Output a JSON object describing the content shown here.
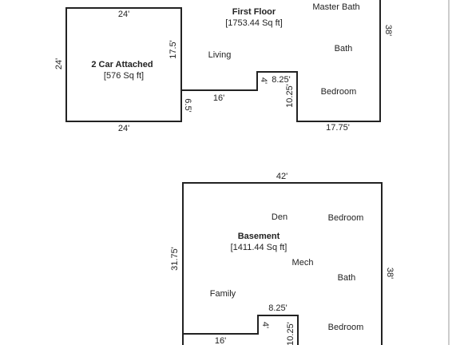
{
  "garage": {
    "title": "2 Car Attached",
    "area": "[576 Sq ft]",
    "dim_top": "24'",
    "dim_bottom": "24'",
    "dim_left": "24'",
    "dim_right": "17.5'",
    "dim_step": "6.5'"
  },
  "first_floor": {
    "title": "First Floor",
    "area": "[1753.44 Sq ft]",
    "rooms": {
      "living": "Living",
      "master_bath": "Master Bath",
      "bath": "Bath",
      "bedroom": "Bedroom"
    },
    "dims": {
      "bottom_left": "16'",
      "notch_height": "4'",
      "notch_width": "8.25'",
      "notch_depth": "10.25'",
      "bottom_right": "17.75'",
      "right": "38'"
    }
  },
  "basement": {
    "title": "Basement",
    "area": "[1411.44 Sq ft]",
    "rooms": {
      "den": "Den",
      "bedroom_top": "Bedroom",
      "mech": "Mech",
      "bath": "Bath",
      "family": "Family",
      "bedroom_bottom": "Bedroom"
    },
    "dims": {
      "top": "42'",
      "left": "31.75'",
      "right": "38'",
      "notch_width": "8.25'",
      "notch_height": "4'",
      "bottom_left": "16'",
      "notch_depth": "10.25'"
    }
  }
}
